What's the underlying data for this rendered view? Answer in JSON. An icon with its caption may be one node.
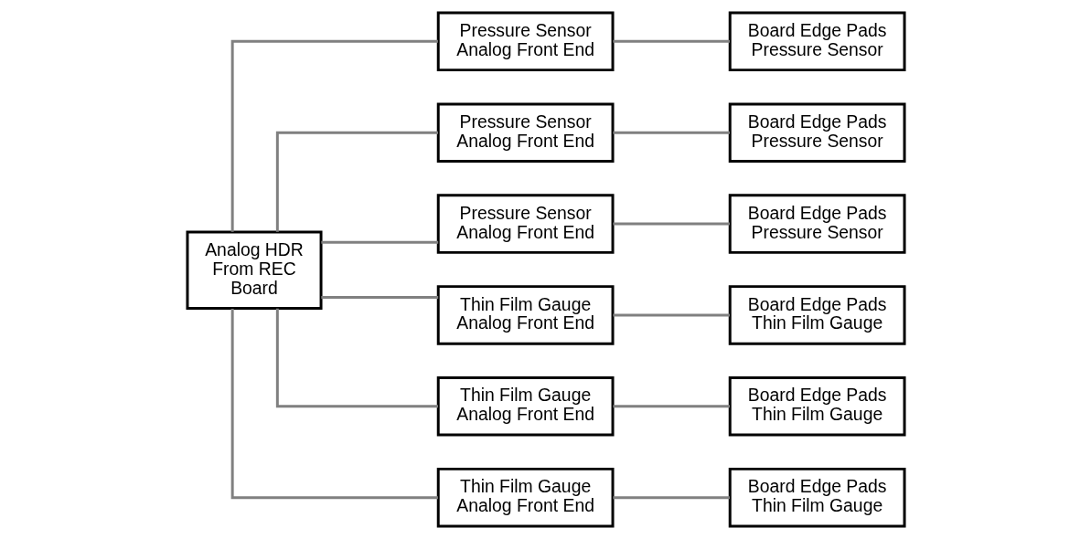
{
  "diagram": {
    "nodes": [
      {
        "text": [
          "Analog HDR From REC Board"
        ]
      },
      {
        "text": [
          "Pressure Sensor Analog Front End"
        ]
      },
      {
        "text": [
          "Board Edge Pads Pressure Sensor"
        ]
      },
      {
        "text": [
          "Pressure Sensor Analog Front End"
        ]
      },
      {
        "text": [
          "Board Edge Pads Pressure Sensor"
        ]
      },
      {
        "text": [
          "Pressure Sensor Analog Front End"
        ]
      },
      {
        "text": [
          "Board Edge Pads Pressure Sensor"
        ]
      },
      {
        "text": [
          "Thin Film Gauge Analog Front End"
        ]
      },
      {
        "text": [
          "Board Edge Pads Thin Film Gauge"
        ]
      },
      {
        "text": [
          "Thin Film Gauge Analog Front End"
        ]
      },
      {
        "text": [
          "Board Edge Pads Thin Film Gauge"
        ]
      },
      {
        "text": [
          "Thin Film Gauge Analog Front End"
        ]
      },
      {
        "text": [
          "Board Edge Pads Thin Film Gauge"
        ]
      }
    ],
    "edges": [
      {
        "from": 0,
        "to": 1,
        "arrow": "none"
      },
      {
        "from": 0,
        "to": 3,
        "arrow": "none"
      },
      {
        "from": 0,
        "to": 5,
        "arrow": "none"
      },
      {
        "from": 0,
        "to": 7,
        "arrow": "none"
      },
      {
        "from": 0,
        "to": 9,
        "arrow": "none"
      },
      {
        "from": 0,
        "to": 11,
        "arrow": "none"
      },
      {
        "from": 1,
        "to": 2,
        "arrow": "none"
      },
      {
        "from": 3,
        "to": 4,
        "arrow": "none"
      },
      {
        "from": 5,
        "to": 6,
        "arrow": "none"
      },
      {
        "from": 7,
        "to": 8,
        "arrow": "none"
      },
      {
        "from": 9,
        "to": 10,
        "arrow": "none"
      },
      {
        "from": 11,
        "to": 12,
        "arrow": "none"
      }
    ]
  }
}
